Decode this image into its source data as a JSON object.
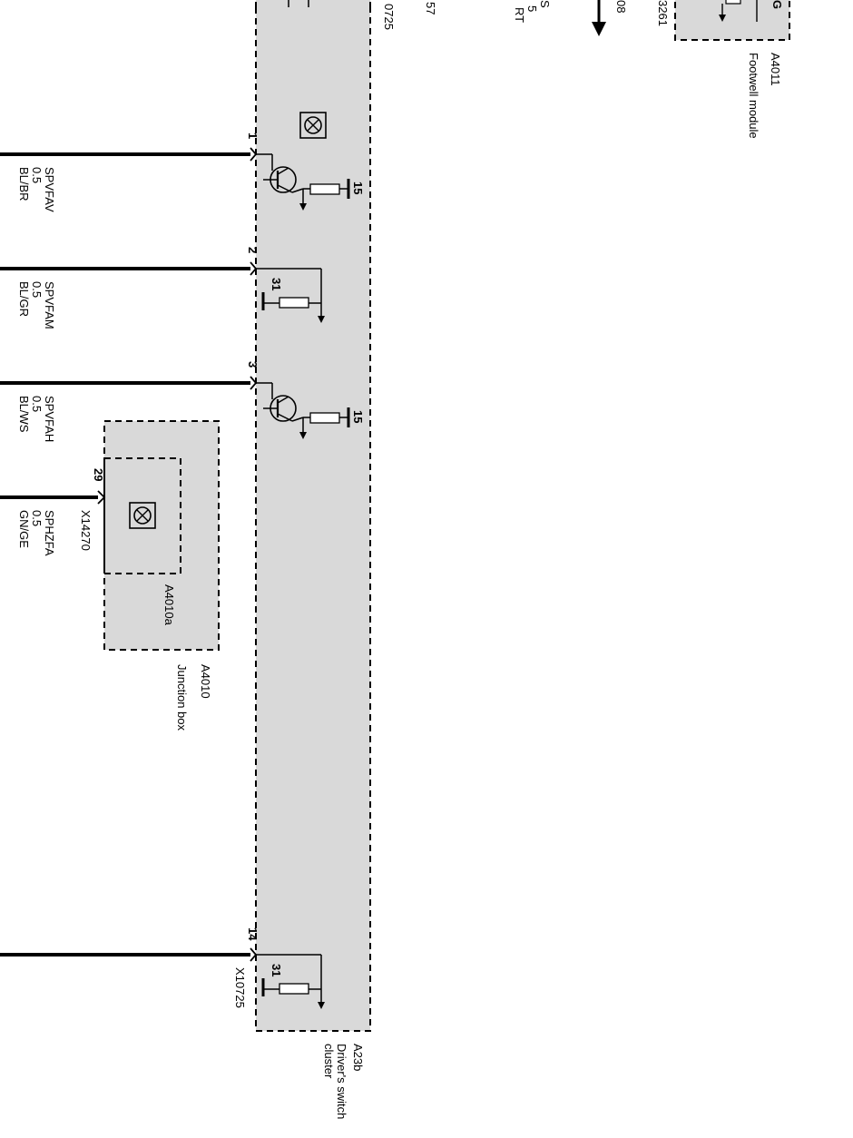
{
  "colors": {
    "module_fill": "#d9d9d9",
    "line": "#000000",
    "background": "#ffffff"
  },
  "top_fragments": {
    "left_connector": "0725",
    "mid1": "57",
    "mid2": "S",
    "mid3": "5",
    "mid4": "RT",
    "arrow_tag": "08",
    "foot_connector": "3261",
    "foot_pin": "G"
  },
  "footwell_module": {
    "id": "A4011",
    "name": "Footwell module"
  },
  "switch_cluster": {
    "id": "A23b",
    "name_line1": "Driver's switch",
    "name_line2": "cluster",
    "connector": "X10725"
  },
  "junction_box": {
    "id": "A4010",
    "name": "Junction box",
    "sub_id": "A4010a",
    "connector": "X14270",
    "pin": "29"
  },
  "wires": [
    {
      "pin": "1",
      "signal": "SPVFAV",
      "size": "0.5",
      "color": "BL/BR",
      "inner_pin": "15"
    },
    {
      "pin": "2",
      "signal": "SPVFAM",
      "size": "0.5",
      "color": "BL/GR",
      "inner_pin": "31"
    },
    {
      "pin": "3",
      "signal": "SPVFAH",
      "size": "0.5",
      "color": "BL/WS",
      "inner_pin": "15"
    },
    {
      "signal": "SPHZFA",
      "size": "0.5",
      "color": "GN/GE"
    },
    {
      "pin": "14",
      "inner_pin": "31"
    }
  ],
  "icons": [
    "bulb-symbol-icon",
    "transistor-icon",
    "resistor-icon",
    "ground-icon"
  ]
}
